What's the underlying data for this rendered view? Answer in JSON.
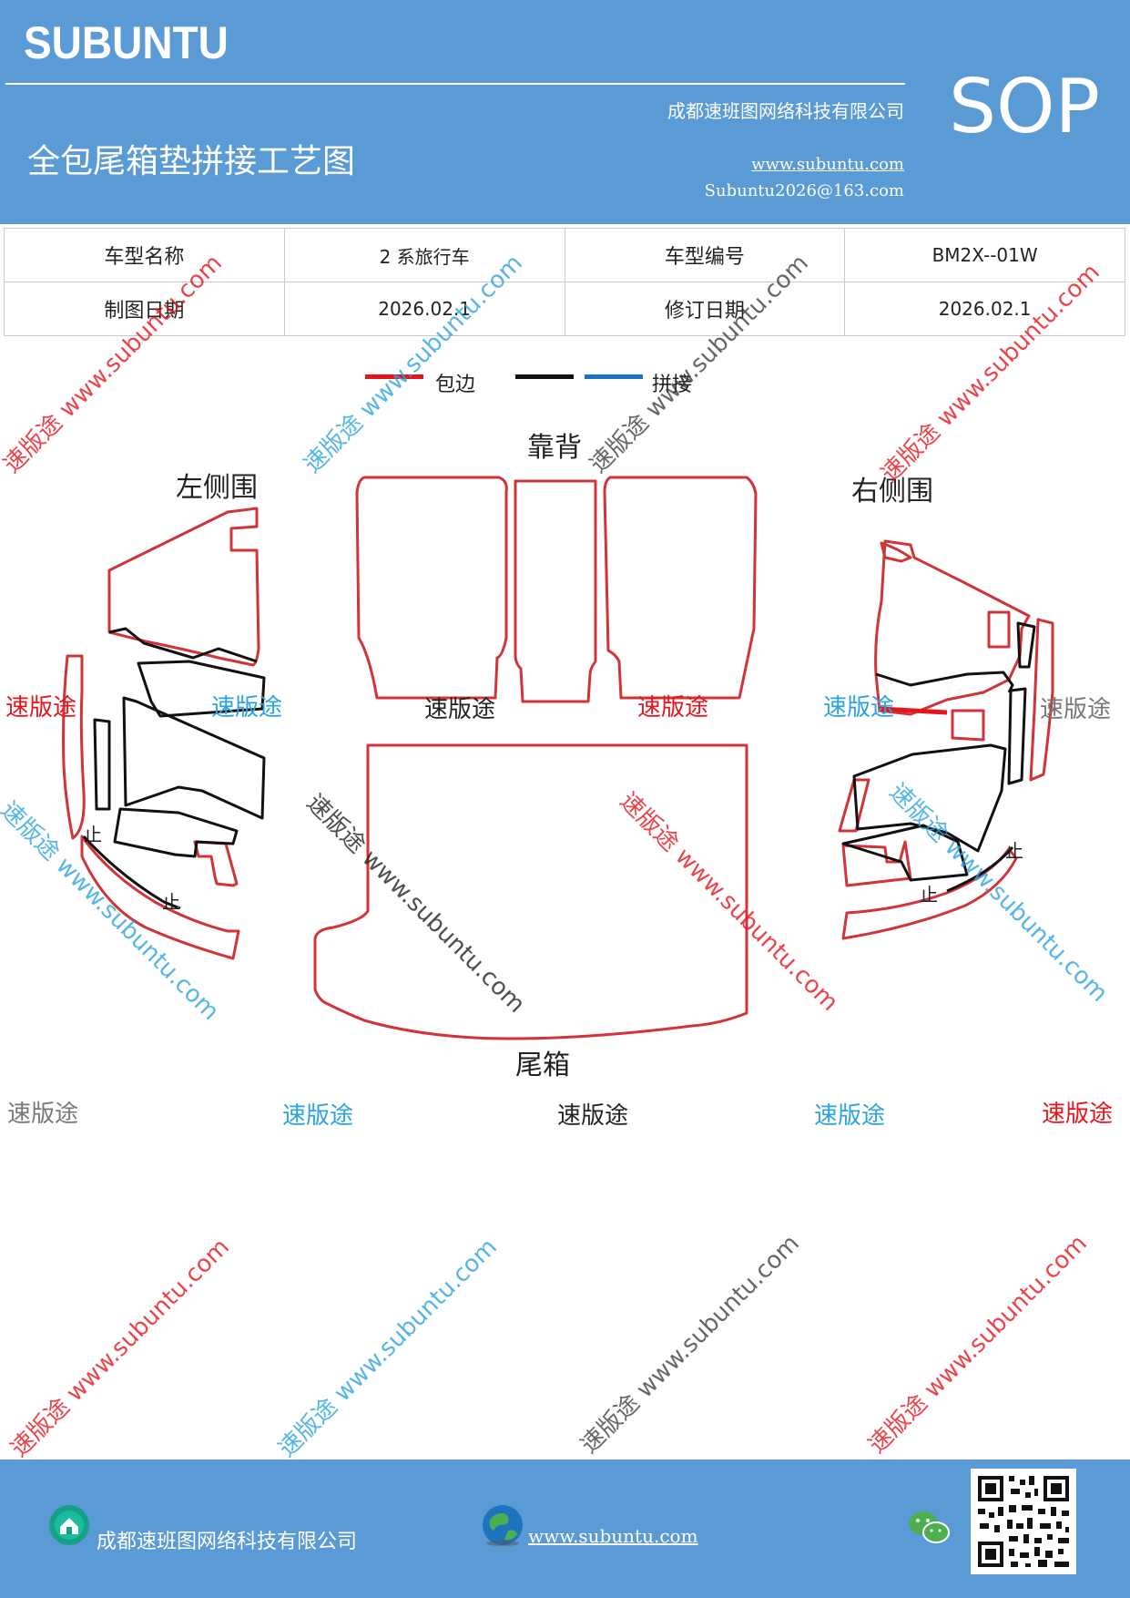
{
  "header": {
    "brand": "SUBUNTU",
    "title": "全包尾箱垫拼接工艺图",
    "company": "成都速班图网络科技有限公司",
    "website": "www.subuntu.com",
    "email": "Subuntu2026@163.com",
    "sop": "SOP"
  },
  "info_table": {
    "rows": [
      {
        "label1": "车型名称",
        "value1": "2 系旅行车",
        "label2": "车型编号",
        "value2": "BM2X--01W"
      },
      {
        "label1": "制图日期",
        "value1": "2026.02.1",
        "label2": "修订日期",
        "value2": "2026.02.1"
      }
    ]
  },
  "legend": {
    "items": [
      {
        "label": "包边",
        "color": "#e8141c"
      },
      {
        "label": "",
        "color": "#111111"
      },
      {
        "label": "拼接",
        "color": "#1a72c6"
      }
    ]
  },
  "diagram": {
    "labels": {
      "backrest": "靠背",
      "left_side": "左侧围",
      "right_side": "右侧围",
      "trunk": "尾箱",
      "stop_mark": "止"
    },
    "outline_color": "#d13438",
    "seam_color": "#111111"
  },
  "watermarks": {
    "brand_text": "速版途",
    "diagonal_text": "速版途 www.subuntu.com",
    "colors": {
      "red": "#e8141c",
      "blue": "#2aa3e0",
      "gray": "#777777",
      "black": "#222222"
    }
  },
  "footer": {
    "company": "成都速班图网络科技有限公司",
    "website": "www.subuntu.com",
    "icons": [
      "company-icon",
      "globe-icon",
      "wechat-icon",
      "qr-code"
    ]
  }
}
